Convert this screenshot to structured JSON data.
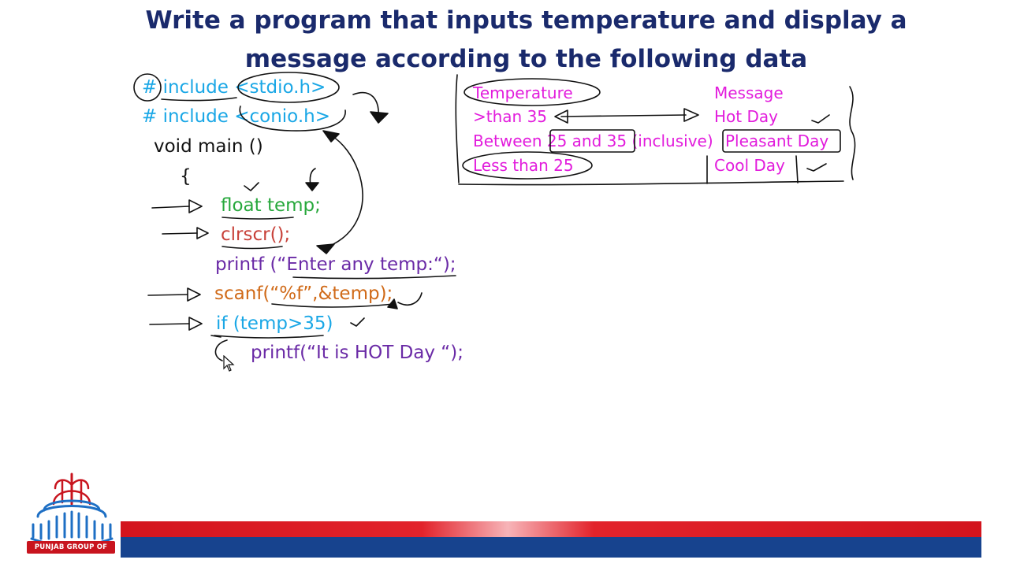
{
  "slide": {
    "title_line1": "Write a program that inputs temperature and display a",
    "title_line2": "message according to the following data"
  },
  "code": [
    {
      "text": "# include <stdio.h>",
      "color": "#1aa7e6"
    },
    {
      "text": "# include <conio.h>",
      "color": "#1aa7e6"
    },
    {
      "text": "void main ()",
      "color": "#111111"
    },
    {
      "text": "{",
      "color": "#111111"
    },
    {
      "text": "float temp;",
      "color": "#27a83c"
    },
    {
      "text": "clrscr();",
      "color": "#c8423a"
    },
    {
      "text": "printf (“Enter any temp:“);",
      "color": "#6a2aa6"
    },
    {
      "text": "scanf(“%f”,&temp);",
      "color": "#d06a18"
    },
    {
      "text": "if (temp>35)",
      "color": "#1aa7e6"
    },
    {
      "text": "printf(“It is HOT Day “);",
      "color": "#6a2aa6"
    }
  ],
  "table": {
    "headers": {
      "temperature": "Temperature",
      "message": "Message"
    },
    "rows": [
      {
        "condition": ">than 35",
        "message": "Hot Day"
      },
      {
        "condition": "Between 25 and 35 (inclusive)",
        "message": "Pleasant Day"
      },
      {
        "condition": "Less than 25",
        "message": "Cool Day"
      }
    ],
    "color": "#e21cdc"
  },
  "logo": {
    "text": "PUNJAB GROUP OF COLLEGES"
  },
  "colors": {
    "title": "#1a2a6c",
    "band_red": "#d3141d",
    "band_blue": "#17438e",
    "ink": "#111111"
  },
  "icons": [
    "cursor-icon",
    "college-logo-icon"
  ]
}
